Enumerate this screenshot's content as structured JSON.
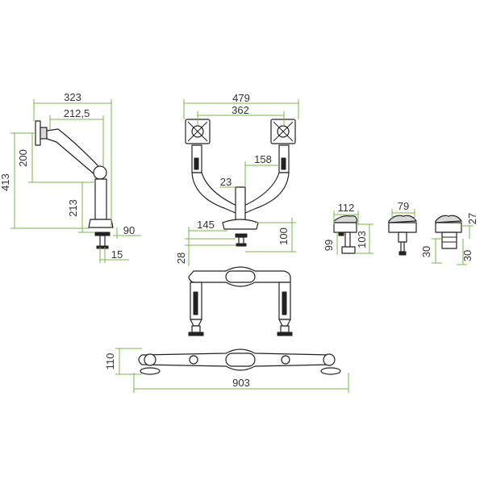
{
  "colors": {
    "dimension_line": "#7ab648",
    "outline": "#222222",
    "text": "#333333"
  },
  "side_view": {
    "total_width": "323",
    "arm_reach": "212,5",
    "total_height": "413",
    "bracket_height": "200",
    "pole_height": "213",
    "clamp_width": "90",
    "pole_diameter": "15"
  },
  "front_view": {
    "total_width": "479",
    "vesa_span": "362",
    "arm_offset": "158",
    "pole_width": "23",
    "base_width": "145",
    "base_height": "100",
    "desk_gap": "28"
  },
  "clamp_views": {
    "clamp_depth": "112",
    "clamp_height": "99",
    "clamp_total": "103",
    "grommet_width": "79",
    "grommet_length": "30",
    "base_top": "27",
    "base_bottom": "30"
  },
  "top_view": {
    "depth": "110",
    "total_span": "903"
  }
}
